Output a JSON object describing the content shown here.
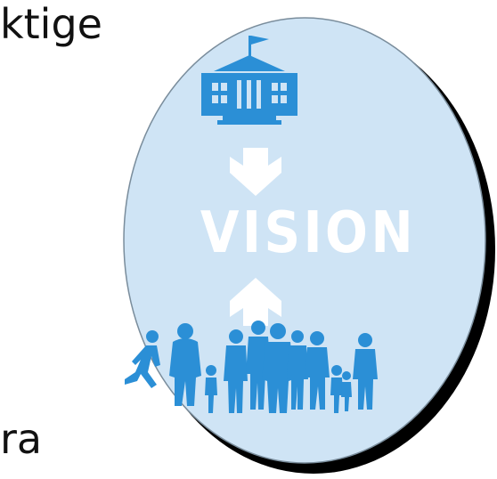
{
  "fragments": {
    "top_text": "ktige",
    "bottom_text": "ra"
  },
  "badge": {
    "label": "VISION",
    "icons": {
      "top": "government-building-icon",
      "upper_arrow": "arrow-down-icon",
      "lower_arrow": "arrow-up-icon",
      "bottom": "people-crowd-icon"
    },
    "colors": {
      "circle_fill": "#cfe4f5",
      "icon_blue": "#2b8fd6",
      "label": "#ffffff",
      "shadow": "#000000"
    }
  }
}
